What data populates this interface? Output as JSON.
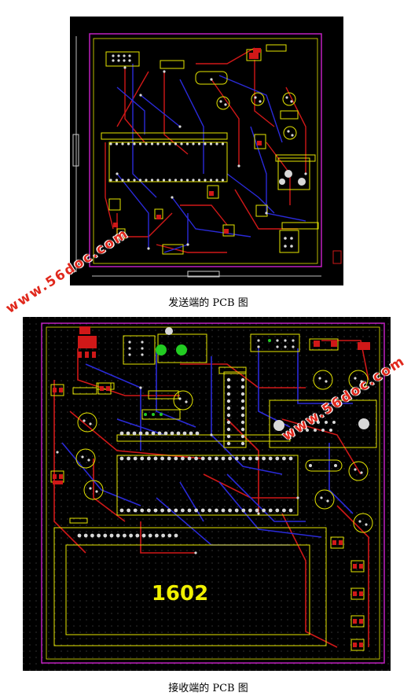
{
  "figure_top": {
    "caption": "发送端的 PCB 图",
    "watermark": "www.56doc.com"
  },
  "figure_bottom": {
    "caption": "接收端的 PCB 图",
    "silkscreen_label": "1602",
    "watermark": "www.56doc.com"
  },
  "colors": {
    "board_bg": "#000000",
    "top_copper": "#d01818",
    "bottom_copper": "#2a2ad8",
    "silkscreen": "#e6e600",
    "outline": "#c020c0",
    "pad": "#d8d8d8"
  }
}
